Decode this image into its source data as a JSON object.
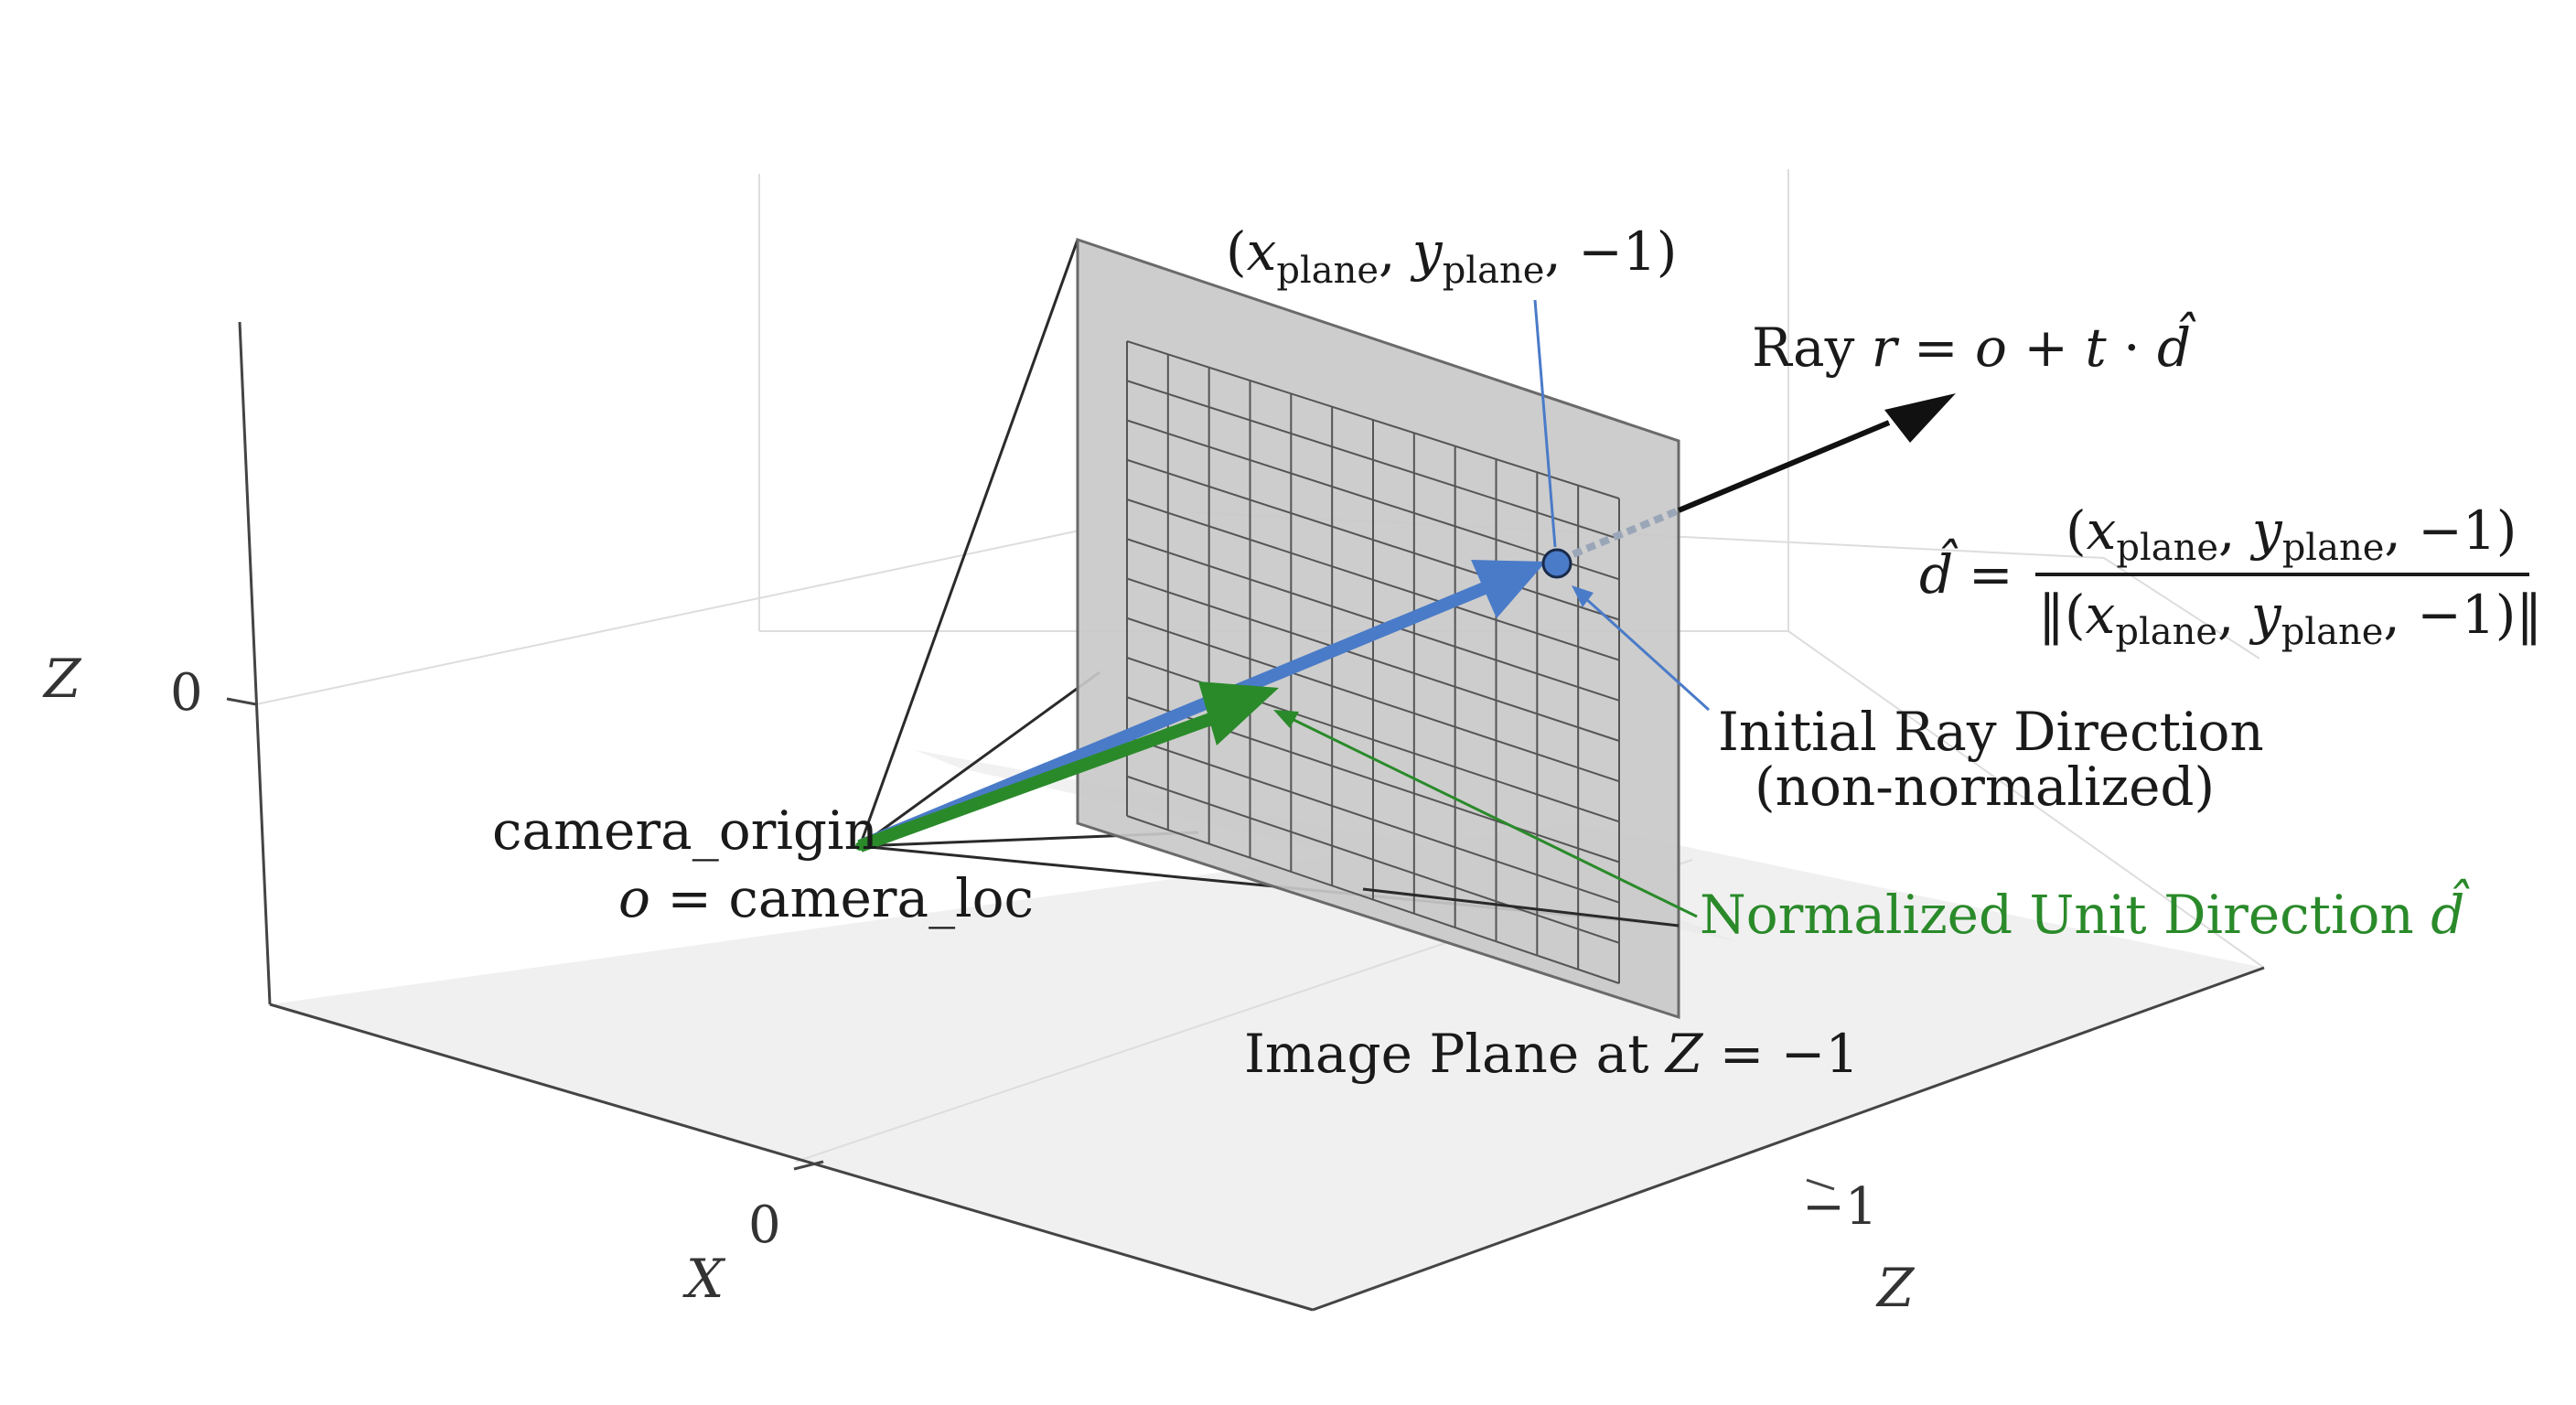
{
  "labels": {
    "point": {
      "open": "(",
      "x": "x",
      "plane1": "plane",
      "comma1": ", ",
      "y": "y",
      "plane2": "plane",
      "rest": ", −1)"
    },
    "ray": {
      "prefix": "Ray ",
      "r": "r",
      "eq": " = ",
      "o": "o",
      "plus": " + ",
      "t": "t",
      "dot": " · ",
      "d": "d̂"
    },
    "formula": {
      "lhs": "d̂",
      "eq": "=",
      "num": {
        "open": "(",
        "x": "x",
        "plane1": "plane",
        "comma1": ", ",
        "y": "y",
        "plane2": "plane",
        "rest": ", −1)"
      },
      "den": {
        "open": "‖(",
        "x": "x",
        "plane1": "plane",
        "comma1": ", ",
        "y": "y",
        "plane2": "plane",
        "rest": ", −1)‖"
      }
    },
    "initial_dir_line1": "Initial Ray Direction",
    "initial_dir_line2": "(non-normalized)",
    "normalized": {
      "text": "Normalized Unit Direction ",
      "d": "d̂"
    },
    "camera_origin": "camera_origin",
    "camera_loc": {
      "o": "o",
      "rest": " = camera_loc"
    },
    "image_plane": {
      "text": "Image Plane at ",
      "z": "Z",
      "rest": " = −1"
    }
  },
  "axes": {
    "z_vertical_label": "Z",
    "z_vertical_tick": "0",
    "x_label": "X",
    "x_tick": "0",
    "z_depth_label": "Z",
    "z_depth_tick": "−1"
  },
  "colors": {
    "blue": "#4a7bc8",
    "green": "#2a8a2a",
    "plane": "#c9c9c9",
    "black": "#111111"
  }
}
